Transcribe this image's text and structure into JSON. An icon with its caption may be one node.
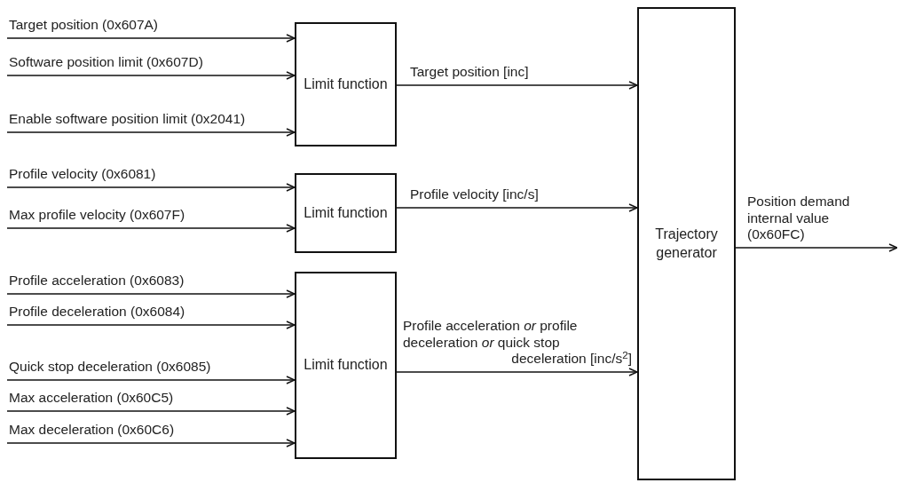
{
  "diagram": {
    "nodes": [
      {
        "text": [
          "Limit function"
        ]
      },
      {
        "text": [
          "Limit function"
        ]
      },
      {
        "text": [
          "Limit function"
        ]
      },
      {
        "text": [
          "Trajectory generator"
        ]
      }
    ],
    "edges": [
      {
        "from": null,
        "to": 0,
        "arrow": "to",
        "label": "Target position (0x607A)"
      },
      {
        "from": null,
        "to": 0,
        "arrow": "to",
        "label": "Software position limit (0x607D)"
      },
      {
        "from": null,
        "to": 0,
        "arrow": "to",
        "label": "Enable software position limit (0x2041)"
      },
      {
        "from": null,
        "to": 1,
        "arrow": "to",
        "label": "Profile velocity (0x6081)"
      },
      {
        "from": null,
        "to": 1,
        "arrow": "to",
        "label": "Max profile velocity (0x607F)"
      },
      {
        "from": null,
        "to": 2,
        "arrow": "to",
        "label": "Profile acceleration (0x6083)"
      },
      {
        "from": null,
        "to": 2,
        "arrow": "to",
        "label": "Profile deceleration (0x6084)"
      },
      {
        "from": null,
        "to": 2,
        "arrow": "to",
        "label": "Quick stop deceleration (0x6085)"
      },
      {
        "from": null,
        "to": 2,
        "arrow": "to",
        "label": "Max acceleration (0x60C5)"
      },
      {
        "from": null,
        "to": 2,
        "arrow": "to",
        "label": "Max deceleration (0x60C6)"
      },
      {
        "from": 0,
        "to": 3,
        "arrow": "to",
        "label": "Target position [inc]"
      },
      {
        "from": 1,
        "to": 3,
        "arrow": "to",
        "label": "Profile velocity [inc/s]"
      },
      {
        "from": 2,
        "to": 3,
        "arrow": "to",
        "label": "Profile acceleration *or* profile deceleration *or* quick stop deceleration [inc/s$^{2}$]"
      },
      {
        "from": 3,
        "to": null,
        "arrow": "to",
        "label": "Position demand internal value (0x60FC)"
      }
    ]
  }
}
